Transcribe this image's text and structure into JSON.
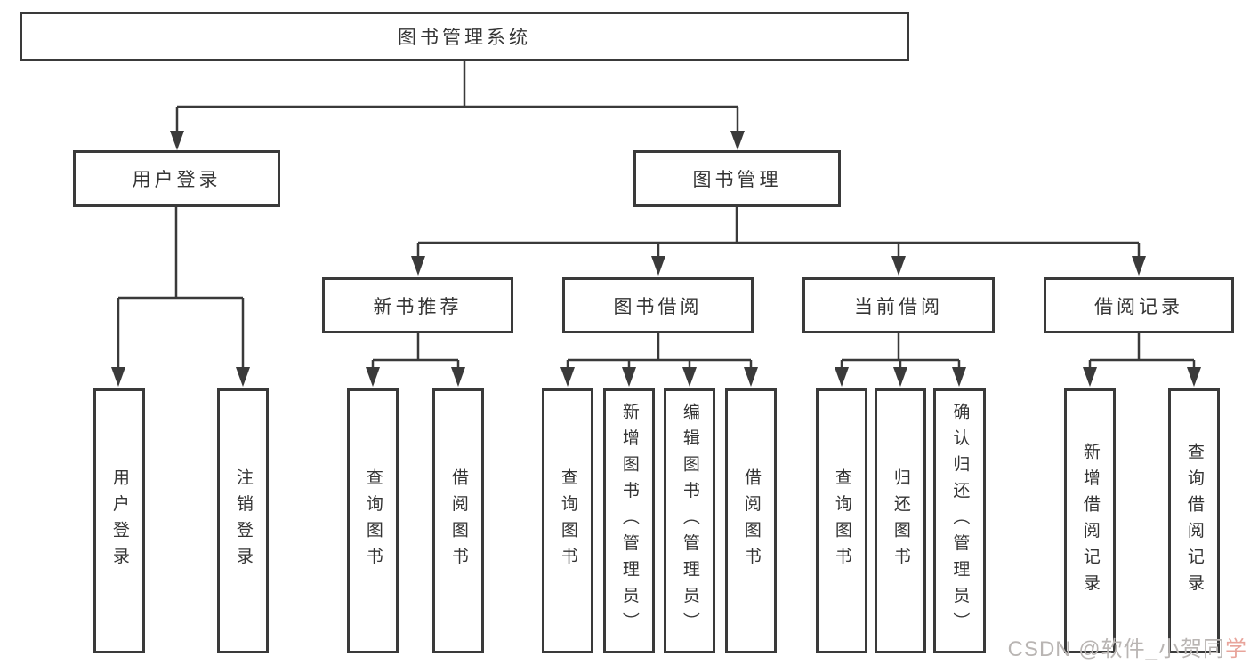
{
  "nodes": {
    "root": "图书管理系统",
    "level2": [
      "用户登录",
      "图书管理"
    ],
    "level3": [
      "新书推荐",
      "图书借阅",
      "当前借阅",
      "借阅记录"
    ],
    "user_login_children": [
      "用户登录",
      "注销登录"
    ],
    "new_book_children": [
      "查询图书",
      "借阅图书"
    ],
    "book_borrow_children": [
      "查询图书",
      "新增图书（管理员）",
      "编辑图书（管理员）",
      "借阅图书"
    ],
    "current_borrow_children": [
      "查询图书",
      "归还图书",
      "确认归还（管理员）"
    ],
    "borrow_record_children": [
      "新增借阅记录",
      "查询借阅记录"
    ]
  },
  "watermark": {
    "prefix": "CSDN @软件_小贺同",
    "suffix": "学"
  },
  "colors": {
    "line": "#3a3a3a",
    "text": "#343434",
    "wm": "#b9b5b3",
    "wm-accent": "#e8a49b"
  }
}
